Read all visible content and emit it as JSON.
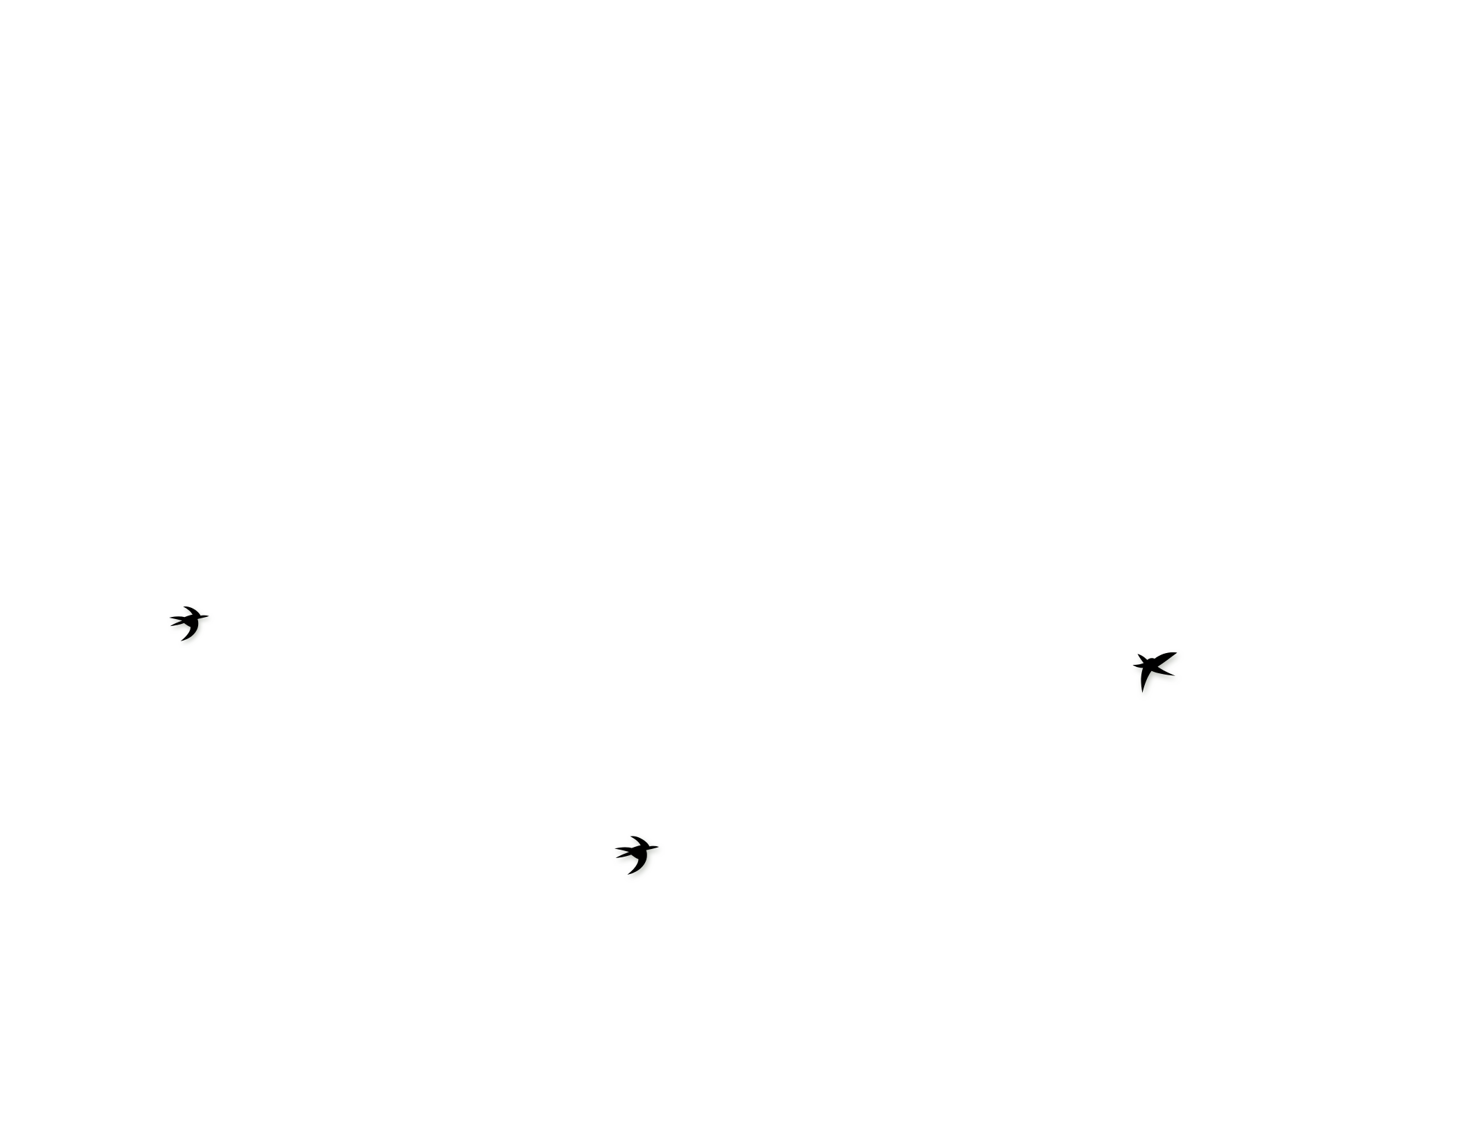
{
  "scene": {
    "background": "#ffffff",
    "bird_color": "#ffffff",
    "shadow_color": "#8a9185",
    "birds": [
      {
        "icon": "swallow-icon",
        "heading": "right"
      },
      {
        "icon": "swallow-icon",
        "heading": "right"
      },
      {
        "icon": "swallow-icon",
        "heading": "up-right"
      }
    ]
  }
}
